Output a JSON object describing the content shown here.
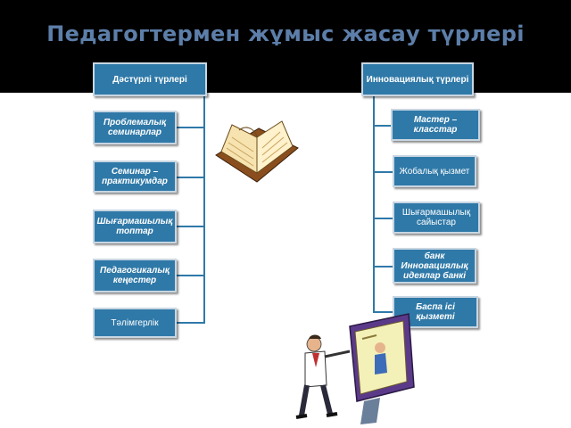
{
  "title": "Педагогтермен жұмыс жасау түрлері",
  "left": {
    "header": "Дәстүрлі  түрлері",
    "items": [
      "Проблемалық семинарлар",
      "Семинар – практикумдар",
      "Шығармашылық топтар",
      "Педагогикалық кеңестер",
      "Тәлімгерлік"
    ]
  },
  "right": {
    "header": "Инновациялық түрлері",
    "items": [
      "Мастер – класстар",
      "Жобалық қызмет",
      "Шығармашылық сайыстар",
      "банк Инновациялық идеялар банкі",
      "Баспа ісі қызметі"
    ]
  },
  "colors": {
    "box": "#2f79a8",
    "title": "#5c7ea8",
    "band": "#000000"
  }
}
